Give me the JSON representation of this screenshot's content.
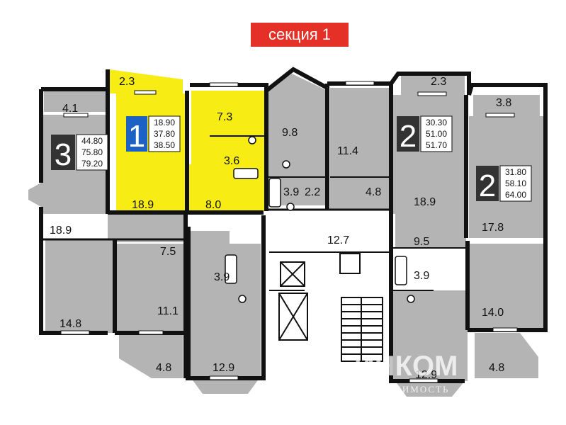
{
  "title": "секция 1",
  "colors": {
    "highlight": "#f7ec13",
    "room": "#b4b4b4",
    "wall": "#111111",
    "title_bg": "#e53027",
    "badge_blue": "#1b62c4"
  },
  "apartments": [
    {
      "rooms": "1",
      "areas": [
        "18.90",
        "37.80",
        "38.50"
      ],
      "highlighted": true
    },
    {
      "rooms": "3",
      "areas": [
        "44.80",
        "75.80",
        "79.20"
      ],
      "highlighted": false
    },
    {
      "rooms": "2",
      "areas": [
        "30.30",
        "51.00",
        "51.70"
      ],
      "highlighted": false
    },
    {
      "rooms": "2",
      "areas": [
        "31.80",
        "58.10",
        "64.00"
      ],
      "highlighted": false
    }
  ],
  "room_labels": {
    "r_2_3a": "2.3",
    "r_7_3": "7.3",
    "r_9_8": "9.8",
    "r_11_4": "11.4",
    "r_2_3b": "2.3",
    "r_3_8": "3.8",
    "r_4_1": "4.1",
    "r_3_6": "3.6",
    "r_3_9a": "3.9",
    "r_2_2": "2.2",
    "r_4_8a": "4.8",
    "r_18_9a": "18.9",
    "r_8_0": "8.0",
    "r_18_9b": "18.9",
    "r_18_9c": "18.9",
    "r_17_8": "17.8",
    "r_12_7": "12.7",
    "r_7_5": "7.5",
    "r_9_5": "9.5",
    "r_3_9b": "3.9",
    "r_3_9c": "3.9",
    "r_11_1": "11.1",
    "r_14_8": "14.8",
    "r_14_0": "14.0",
    "r_4_8b": "4.8",
    "r_12_9a": "12.9",
    "r_12_9b": "12.9",
    "r_4_8c": "4.8"
  },
  "watermark": {
    "brand": "ИНКОМ",
    "sub": "НЕДВИЖИМОСТЬ"
  }
}
